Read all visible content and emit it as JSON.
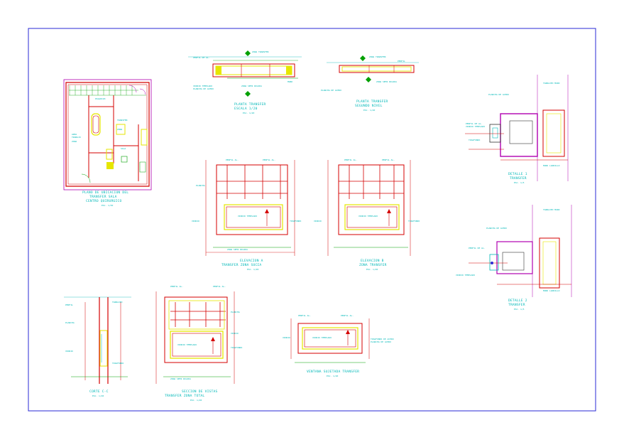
{
  "colors": {
    "frame": "#2a2ad4",
    "wall": "#d40000",
    "fill": "#e6e600",
    "cyan": "#00b8b8",
    "green": "#00a000",
    "magenta": "#b000b0",
    "white": "#ffffff"
  },
  "views": {
    "location_plan": {
      "title": "PLANO DE UBICACION DEL TRANSFER SALA CENTRO QUIRURGICO",
      "title_lines": [
        "PLANO DE UBICACION DEL",
        "TRANSFER SALA",
        "CENTRO QUIRURGICO"
      ],
      "scale": "ESC. 1/50"
    },
    "plan_transfer_upper": {
      "title_lines": [
        "PLANTA TRANSFER",
        "ESCALA 1/20"
      ],
      "scale": "ESC. 1/20"
    },
    "plan_transfer_lower": {
      "title_lines": [
        "PLANTA TRANSFER",
        "SEGUNDO NIVEL"
      ],
      "scale": "ESC. 1/20"
    },
    "elevation_a": {
      "title_lines": [
        "ELEVACION A",
        "TRANSFER ZONA SUCIA"
      ],
      "scale": "ESC. 1/20"
    },
    "elevation_b": {
      "title_lines": [
        "ELEVACION B",
        "ZONA TRANSFER"
      ],
      "scale": "ESC. 1/20"
    },
    "detail_1": {
      "title_lines": [
        "DETALLE 1",
        "TRANSFER"
      ],
      "scale": "ESC. 1/5"
    },
    "detail_2": {
      "title_lines": [
        "DETALLE 2",
        "TRANSFER"
      ],
      "scale": "ESC. 1/5"
    },
    "section_c": {
      "title_lines": [
        "CORTE C-C"
      ],
      "scale": "ESC. 1/20"
    },
    "section_d": {
      "title_lines": [
        "SECCION DE VISTAS",
        "TRANSFER ZONA TOTAL"
      ],
      "scale": "ESC. 1/20"
    },
    "window_transfer": {
      "title_lines": [
        "VENTANA SUJETADA TRANSFER"
      ],
      "scale": "ESC. 1/20"
    }
  }
}
